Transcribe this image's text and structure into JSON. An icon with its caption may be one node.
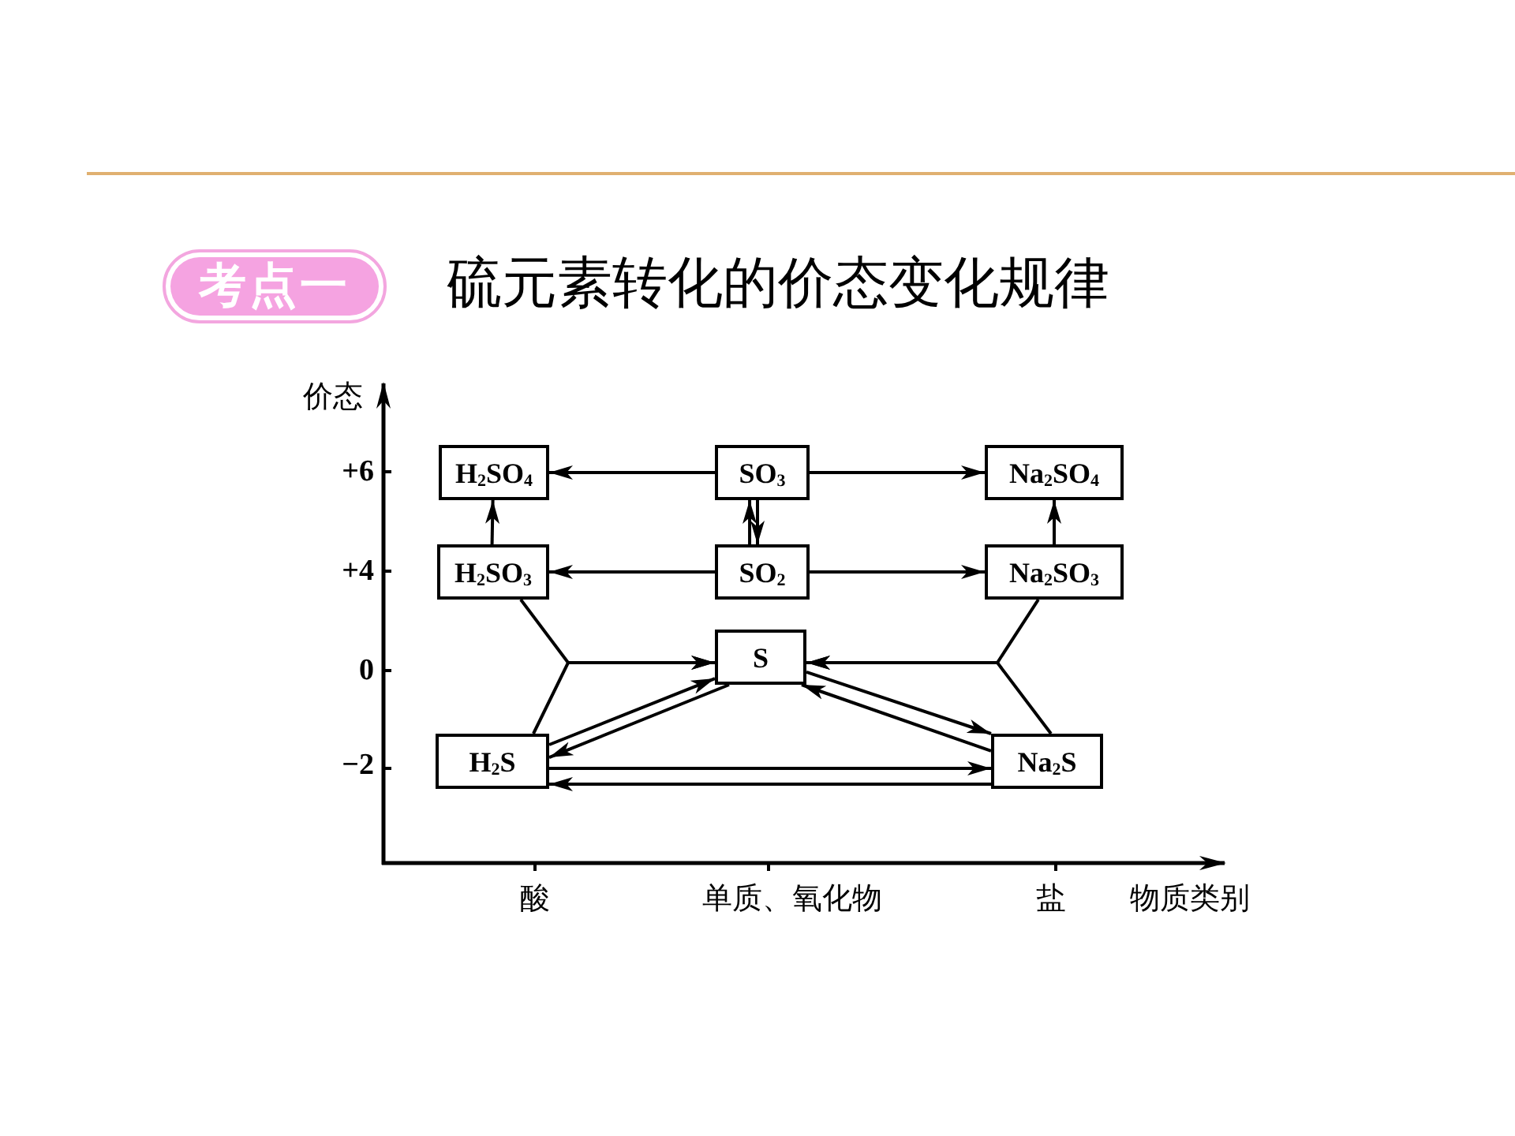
{
  "diagram": {
    "title": "硫元素转化的价态变化规律",
    "nodes": [
      {
        "text": [
          "考点一"
        ]
      },
      {
        "text": [
          "H$_{2}$SO$_{4}$"
        ]
      },
      {
        "text": [
          "SO$_{3}$"
        ]
      },
      {
        "text": [
          "Na$_{2}$SO$_{4}$"
        ]
      },
      {
        "text": [
          "H$_{2}$SO$_{3}$"
        ]
      },
      {
        "text": [
          "SO$_{2}$"
        ]
      },
      {
        "text": [
          "Na$_{2}$SO$_{3}$"
        ]
      },
      {
        "text": [
          "S"
        ]
      },
      {
        "text": [
          "H$_{2}$S"
        ]
      },
      {
        "text": [
          "Na$_{2}$S"
        ]
      }
    ],
    "edges": [
      {
        "from": 2,
        "to": 1,
        "arrow": "to"
      },
      {
        "from": 2,
        "to": 3,
        "arrow": "to"
      },
      {
        "from": 4,
        "to": 1,
        "arrow": "to"
      },
      {
        "from": 5,
        "to": 2,
        "arrow": "to"
      },
      {
        "from": 2,
        "to": 5,
        "arrow": "to"
      },
      {
        "from": 5,
        "to": 4,
        "arrow": "to"
      },
      {
        "from": 5,
        "to": 6,
        "arrow": "to"
      },
      {
        "from": 6,
        "to": 3,
        "arrow": "to"
      },
      {
        "from": 4,
        "to": 7,
        "arrow": "to"
      },
      {
        "from": 8,
        "to": 7,
        "arrow": "to"
      },
      {
        "from": 6,
        "to": 7,
        "arrow": "to"
      },
      {
        "from": 9,
        "to": 7,
        "arrow": "to"
      },
      {
        "from": 8,
        "to": 7,
        "arrow": "to"
      },
      {
        "from": 7,
        "to": 8,
        "arrow": "to"
      },
      {
        "from": 7,
        "to": 9,
        "arrow": "to"
      },
      {
        "from": 9,
        "to": 7,
        "arrow": "to"
      },
      {
        "from": 8,
        "to": 9,
        "arrow": "to"
      },
      {
        "from": 9,
        "to": 8,
        "arrow": "to"
      }
    ],
    "labels": [
      "价态",
      "+6",
      "+4",
      "0",
      "−2",
      "酸",
      "单质、氧化物",
      "盐",
      "物质类别"
    ]
  }
}
